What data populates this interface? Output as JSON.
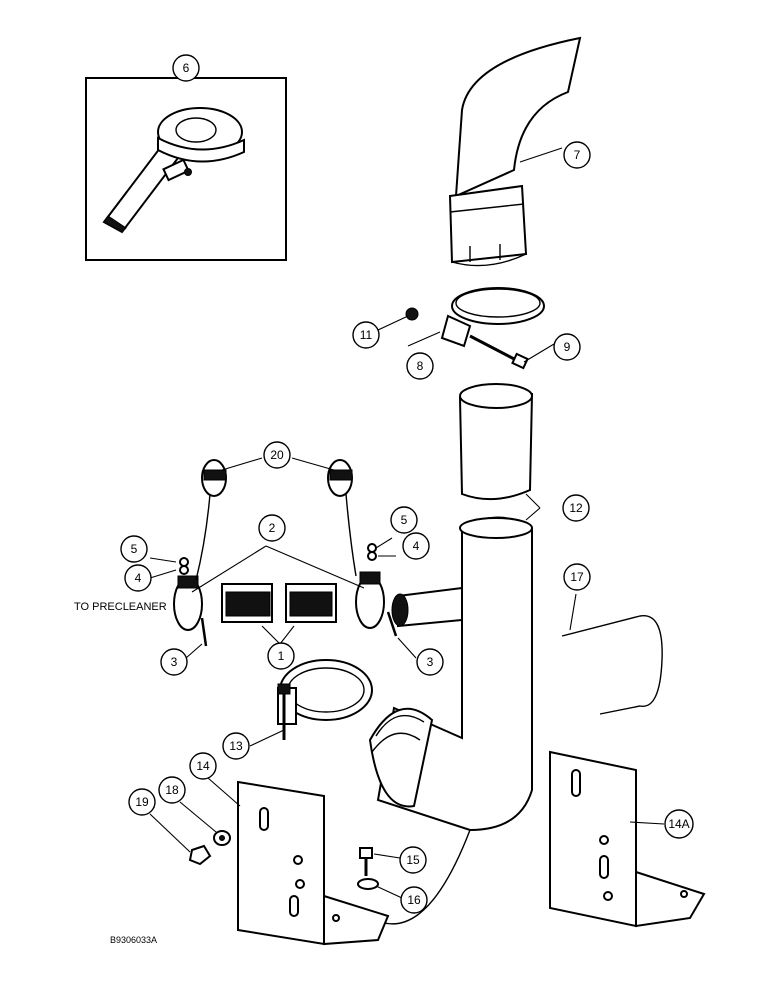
{
  "figure_code": "B9306033A",
  "note": "TO PRECLEANER",
  "callouts": {
    "c1": "1",
    "c2": "2",
    "c3a": "3",
    "c3b": "3",
    "c4a": "4",
    "c4b": "4",
    "c5a": "5",
    "c5b": "5",
    "c6": "6",
    "c7": "7",
    "c8": "8",
    "c9": "9",
    "c11": "11",
    "c12": "12",
    "c13": "13",
    "c14": "14",
    "c14a": "14A",
    "c15": "15",
    "c16": "16",
    "c17": "17",
    "c18": "18",
    "c19": "19",
    "c20": "20"
  }
}
